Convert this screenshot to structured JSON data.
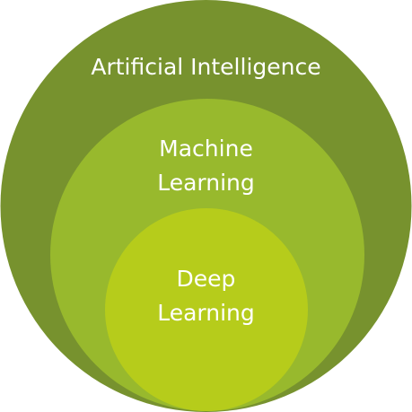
{
  "diagram": {
    "outer": {
      "label": "Artificial Intelligence",
      "color": "#77922e"
    },
    "middle": {
      "label_line1": "Machine",
      "label_line2": "Learning",
      "color": "#98b92d"
    },
    "inner": {
      "label_line1": "Deep",
      "label_line2": "Learning",
      "color": "#b6cc1b"
    },
    "text_color": "#ffffff"
  }
}
